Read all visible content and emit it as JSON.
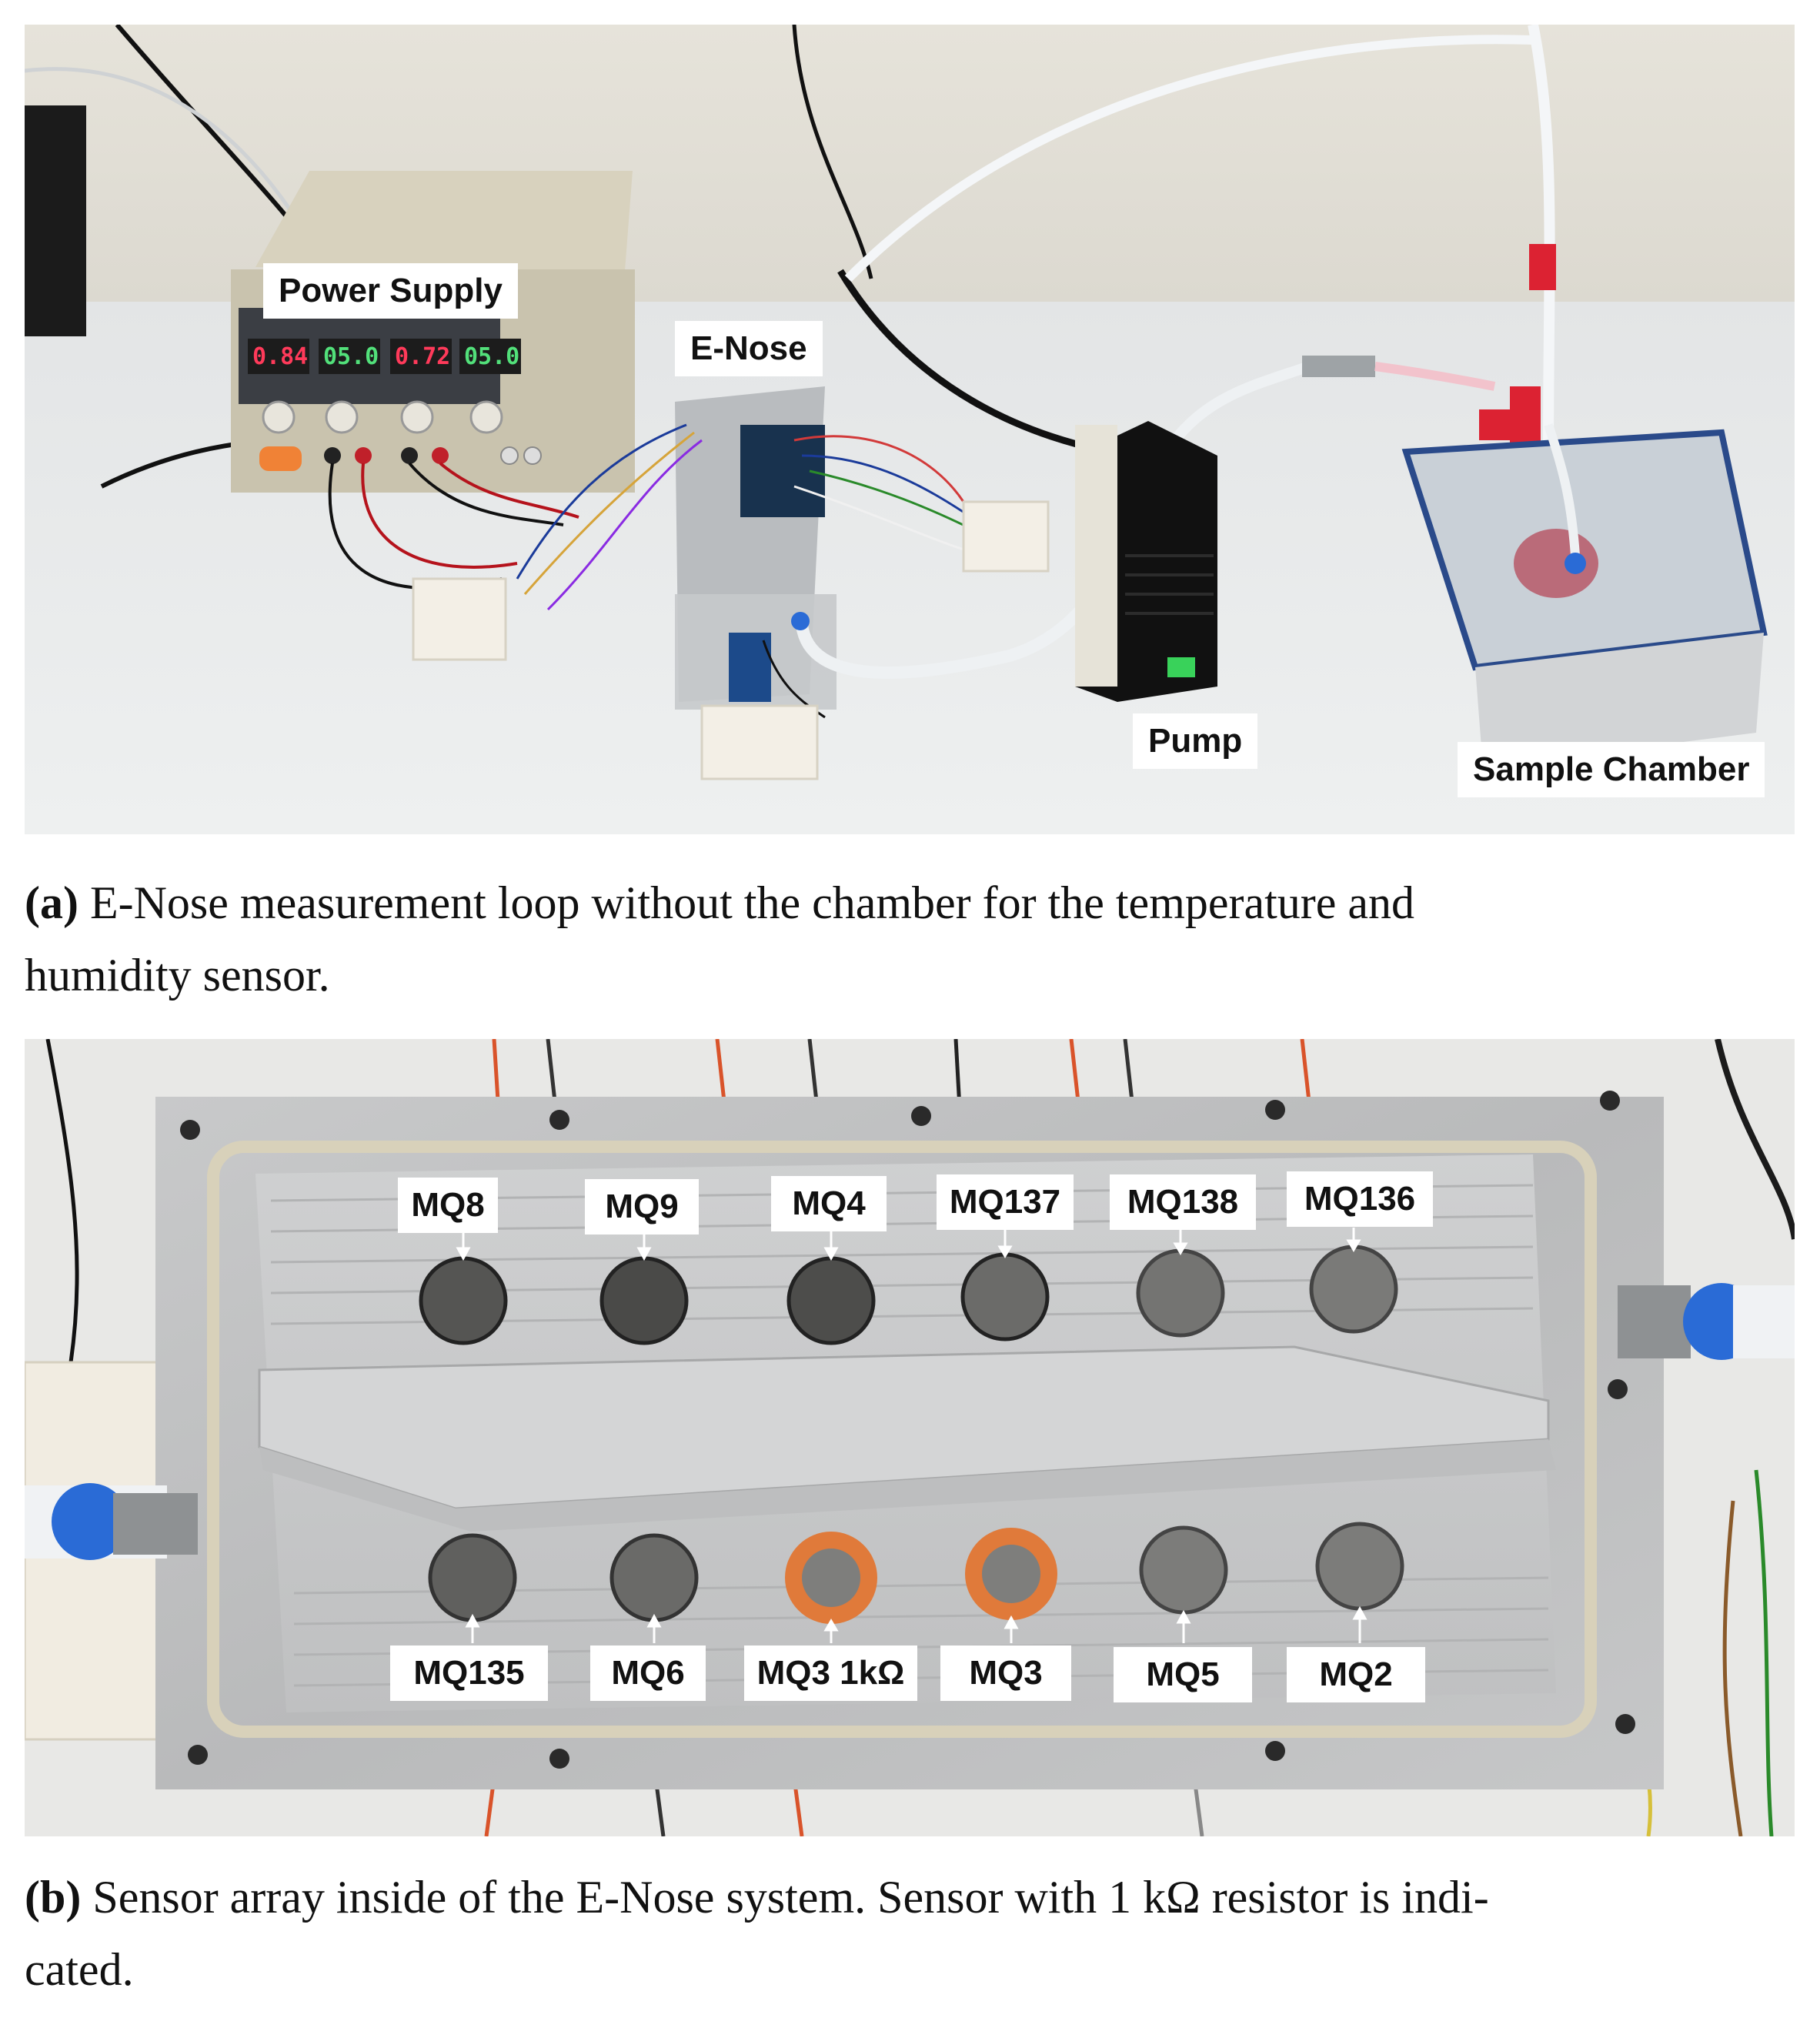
{
  "panel_a": {
    "labels": {
      "power_supply": "Power Supply",
      "enose": "E-Nose",
      "pump": "Pump",
      "sample_chamber": "Sample Chamber"
    },
    "displays": [
      "0.84",
      "05.0",
      "0.72",
      "05.0"
    ],
    "caption_tag": "(a)",
    "caption_line1": "E-Nose measurement loop without the chamber for the temperature and",
    "caption_line2": "humidity sensor."
  },
  "panel_b": {
    "top_sensors": [
      "MQ8",
      "MQ9",
      "MQ4",
      "MQ137",
      "MQ138",
      "MQ136"
    ],
    "bottom_sensors": [
      "MQ135",
      "MQ6",
      "MQ3 1kΩ",
      "MQ3",
      "MQ5",
      "MQ2"
    ],
    "caption_tag": "(b)",
    "caption_line1": "Sensor array inside of the E-Nose system. Sensor with 1 kΩ resistor is indi-",
    "caption_line2": "cated."
  },
  "colors": {
    "display_red": "#ff3a5a",
    "display_green": "#52e07a",
    "sensor_orange": "#e07a3a",
    "fitting_blue": "#2a6bd6"
  }
}
